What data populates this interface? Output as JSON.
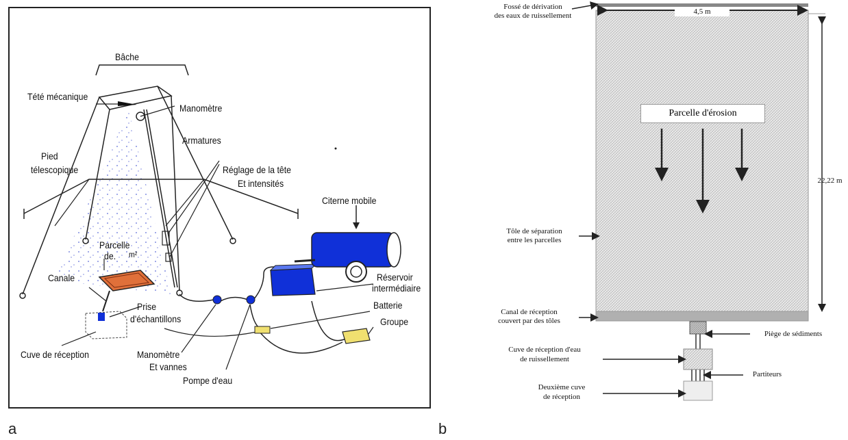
{
  "figure": {
    "panel_a": {
      "letter": "a",
      "labels": {
        "bache": "Bâche",
        "tete_mecanique": "Tété mécanique",
        "manometre_top": "Manomètre",
        "armatures": "Armatures",
        "pied": "Pied",
        "telescopique": "télescopique",
        "reglage_1": "Réglage de la tête",
        "reglage_2": "Et intensités",
        "citerne": "Citerne mobile",
        "parcelle_1": "Parcelle",
        "parcelle_2": "de.",
        "parcelle_unit": "m²",
        "canale": "Canale",
        "prise_1": "Prise",
        "prise_2": "d'échantillons",
        "reservoir_1": "Réservoir",
        "reservoir_2": "intermédiaire",
        "batterie": "Batterie",
        "groupe": "Groupe",
        "cuve": "Cuve de réception",
        "manometre_bottom_1": "Manomètre",
        "manometre_bottom_2": "Et vannes",
        "pompe": "Pompe d'eau"
      }
    },
    "panel_b": {
      "letter": "b",
      "labels": {
        "fosse_1": "Fossé de dérivation",
        "fosse_2": "des eaux de ruissellement",
        "width": "4,5 m",
        "length": "22,22 m",
        "parcelle": "Parcelle d'érosion",
        "tole_1": "Tôle de séparation",
        "tole_2": "entre les parcelles",
        "canal_1": "Canal de réception",
        "canal_2": "couvert par des tôles",
        "piege": "Piège de sédiments",
        "cuve1_1": "Cuve de réception d'eau",
        "cuve1_2": "de ruissellement",
        "partiteurs": "Partiteurs",
        "cuve2_1": "Deuxième cuve",
        "cuve2_2": "de réception"
      }
    },
    "colors": {
      "tank_blue": "#1030d8",
      "plot_orange": "#e0703a",
      "battery_yellow": "#f0e070",
      "hatch_grey": "#b8b8b8",
      "canal_grey": "#b0b0b0"
    }
  }
}
